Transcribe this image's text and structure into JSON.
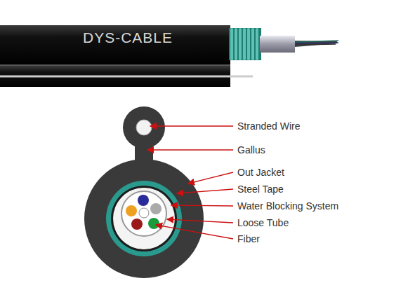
{
  "diagram": {
    "labels": [
      "DYS-CABLE",
      "Stranded Wire",
      "Gallus",
      "Out Jacket",
      "Steel Tape",
      "Water Blocking System",
      "Loose Tube",
      "Fiber"
    ]
  }
}
